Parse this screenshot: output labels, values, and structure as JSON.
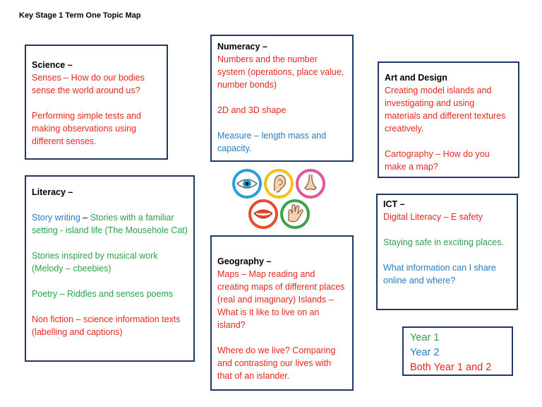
{
  "title": "Key Stage 1 Term One Topic Map",
  "science": {
    "heading": "Science –",
    "line1": "Senses – How do our bodies sense the world around us?",
    "line2": "Performing simple tests and making observations using different senses."
  },
  "numeracy": {
    "heading": "Numeracy –",
    "line1": "Numbers and the number system (operations, place value, number bonds)",
    "line2": "2D and 3D shape",
    "line3": "Measure – length mass and capacity."
  },
  "art": {
    "heading": "Art and Design",
    "line1": "Creating model islands  and investigating and using materials  and different textures creatively.",
    "line2": "Cartography – How do you make a map?"
  },
  "literacy": {
    "heading": "Literacy –",
    "story_a": "Story writing",
    "story_b": " – ",
    "story_c": "Stories with a familiar setting - island life  (The Mousehole Cat)",
    "musical": "Stories inspired by musical work (Melody – cbeebies)",
    "poetry": "Poetry – Riddles and senses poems",
    "nonfiction": "Non fiction – science information texts (labelling and captions)"
  },
  "ict": {
    "heading": "ICT –",
    "line1": "Digital Literacy –  E safety",
    "line2": "Staying safe in exciting places.",
    "line3": "What information can I share online and where?"
  },
  "geography": {
    "heading": "Geography –",
    "line1": "Maps – Map reading and creating maps of different places (real and imaginary) Islands – What is it like to live on an island?",
    "line2": "Where do we live? Comparing and contrasting our lives with that of an islander."
  },
  "legend": {
    "year1": "Year 1",
    "year2": "Year 2",
    "both": "Both Year 1 and 2"
  },
  "senses_icons": [
    "eye-icon",
    "ear-icon",
    "nose-icon",
    "mouth-icon",
    "hand-icon"
  ],
  "colors": {
    "red": "#e3271f",
    "blue": "#2a7bbf",
    "green": "#2ea04a",
    "border": "#1f3864"
  }
}
